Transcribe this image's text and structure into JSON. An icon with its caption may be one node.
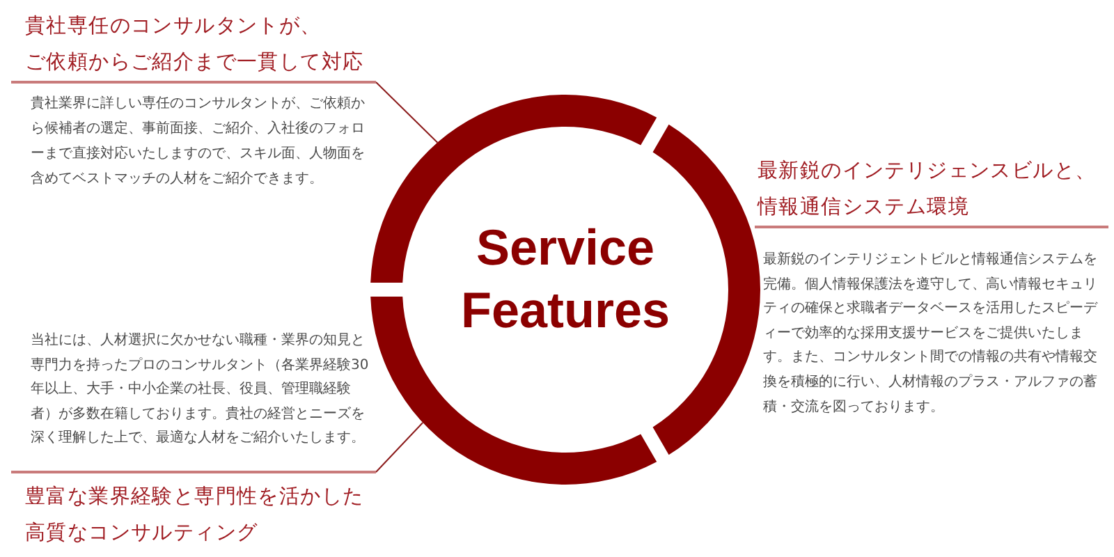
{
  "diagram": {
    "nodes": [
      {
        "text": [
          "貴社専任のコンサルタントが、ご依頼からご紹介まで一貫して対応",
          "貴社業界に詳しい専任のコンサルタントが、ご依頼から候補者の選定、事前面接、ご紹介、入社後のフォローまで直接対応いたしますので、スキル面、人物面を含めてベストマッチの人材をご紹介できます。"
        ]
      },
      {
        "text": [
          "Service Features"
        ]
      },
      {
        "text": [
          "最新鋭のインテリジェンスビルと、情報通信システム環境",
          "最新鋭のインテリジェントビルと情報通信システムを完備。個人情報保護法を遵守して、高い情報セキュリティの確保と求職者データベースを活用したスピーディーで効率的な採用支援サービスをご提供いたします。また、コンサルタント間での情報の共有や情報交換を積極的に行い、人材情報のプラス・アルファの蓄積・交流を図っております。"
        ]
      },
      {
        "text": [
          "当社には、人材選択に欠かせない職種・業界の知見と専門力を持ったプロのコンサルタント（各業界経験30年以上、大手・中小企業の社長、役員、管理職経験者）が多数在籍しております。貴社の経営とニーズを深く理解した上で、最適な人材をご紹介いたします。",
          "豊富な業界経験と専門性を活かした高質なコンサルティング"
        ]
      }
    ],
    "edges": [
      {
        "from": 0,
        "to": 1,
        "arrow": "none"
      },
      {
        "from": 3,
        "to": 1,
        "arrow": "none"
      }
    ]
  }
}
